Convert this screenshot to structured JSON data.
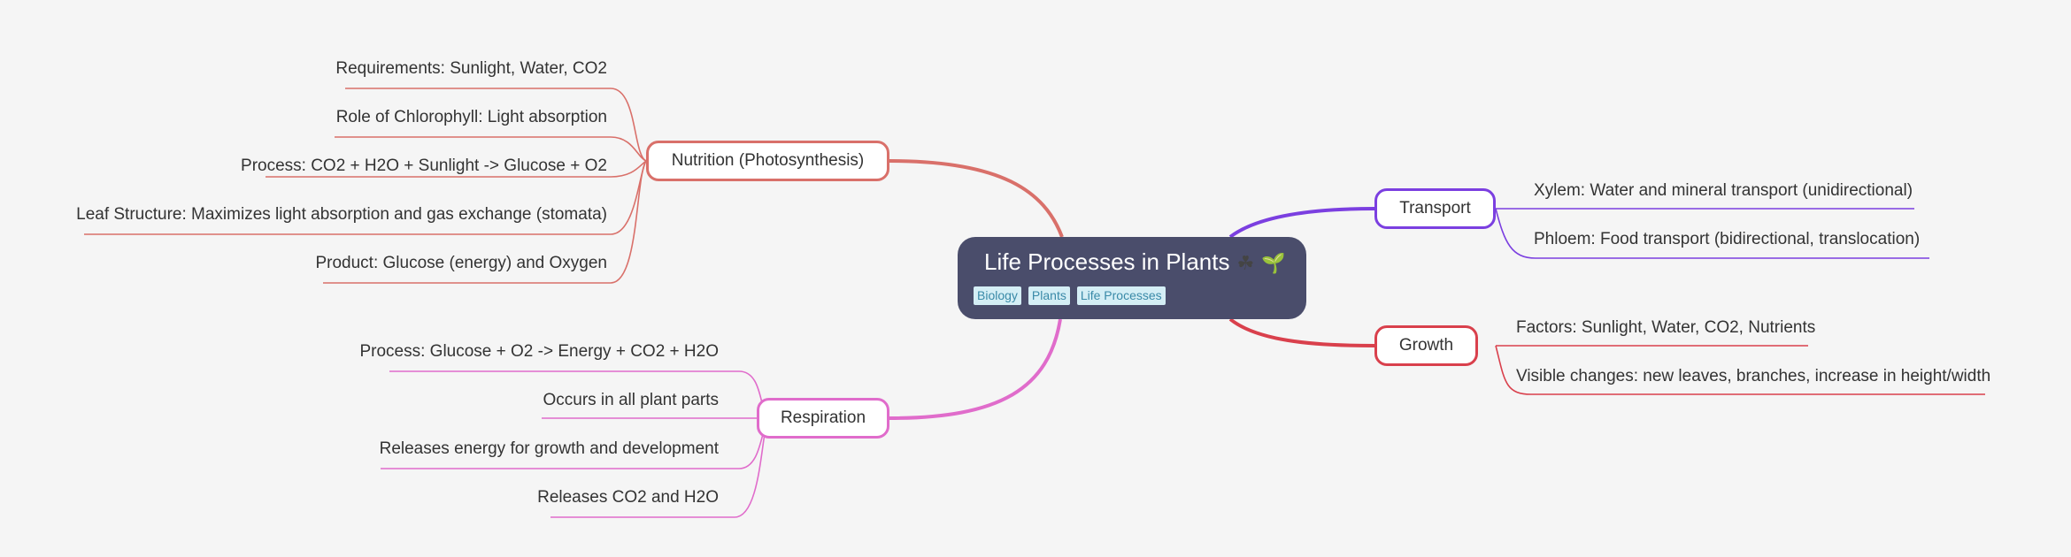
{
  "central": {
    "title": "Life Processes in Plants",
    "emoji_1": "☘",
    "emoji_2": "🌱",
    "tags": [
      "Biology",
      "Plants",
      "Life Processes"
    ]
  },
  "branches": {
    "nutrition": {
      "label": "Nutrition (Photosynthesis)",
      "color": "#d9706a",
      "items": [
        "Requirements: Sunlight, Water, CO2",
        "Role of Chlorophyll: Light absorption",
        "Process: CO2 + H2O + Sunlight -> Glucose + O2",
        "Leaf Structure: Maximizes light absorption and gas exchange (stomata)",
        "Product: Glucose (energy) and Oxygen"
      ]
    },
    "respiration": {
      "label": "Respiration",
      "color": "#e06ccb",
      "items": [
        "Process: Glucose + O2 -> Energy + CO2 + H2O",
        "Occurs in all plant parts",
        "Releases energy for growth and development",
        "Releases CO2 and H2O"
      ]
    },
    "transport": {
      "label": "Transport",
      "color": "#7b3fe0",
      "items": [
        "Xylem: Water and mineral transport (unidirectional)",
        "Phloem: Food transport (bidirectional, translocation)"
      ]
    },
    "growth": {
      "label": "Growth",
      "color": "#d9404c",
      "items": [
        "Factors: Sunlight, Water, CO2, Nutrients",
        "Visible changes: new leaves, branches, increase in height/width"
      ]
    }
  }
}
